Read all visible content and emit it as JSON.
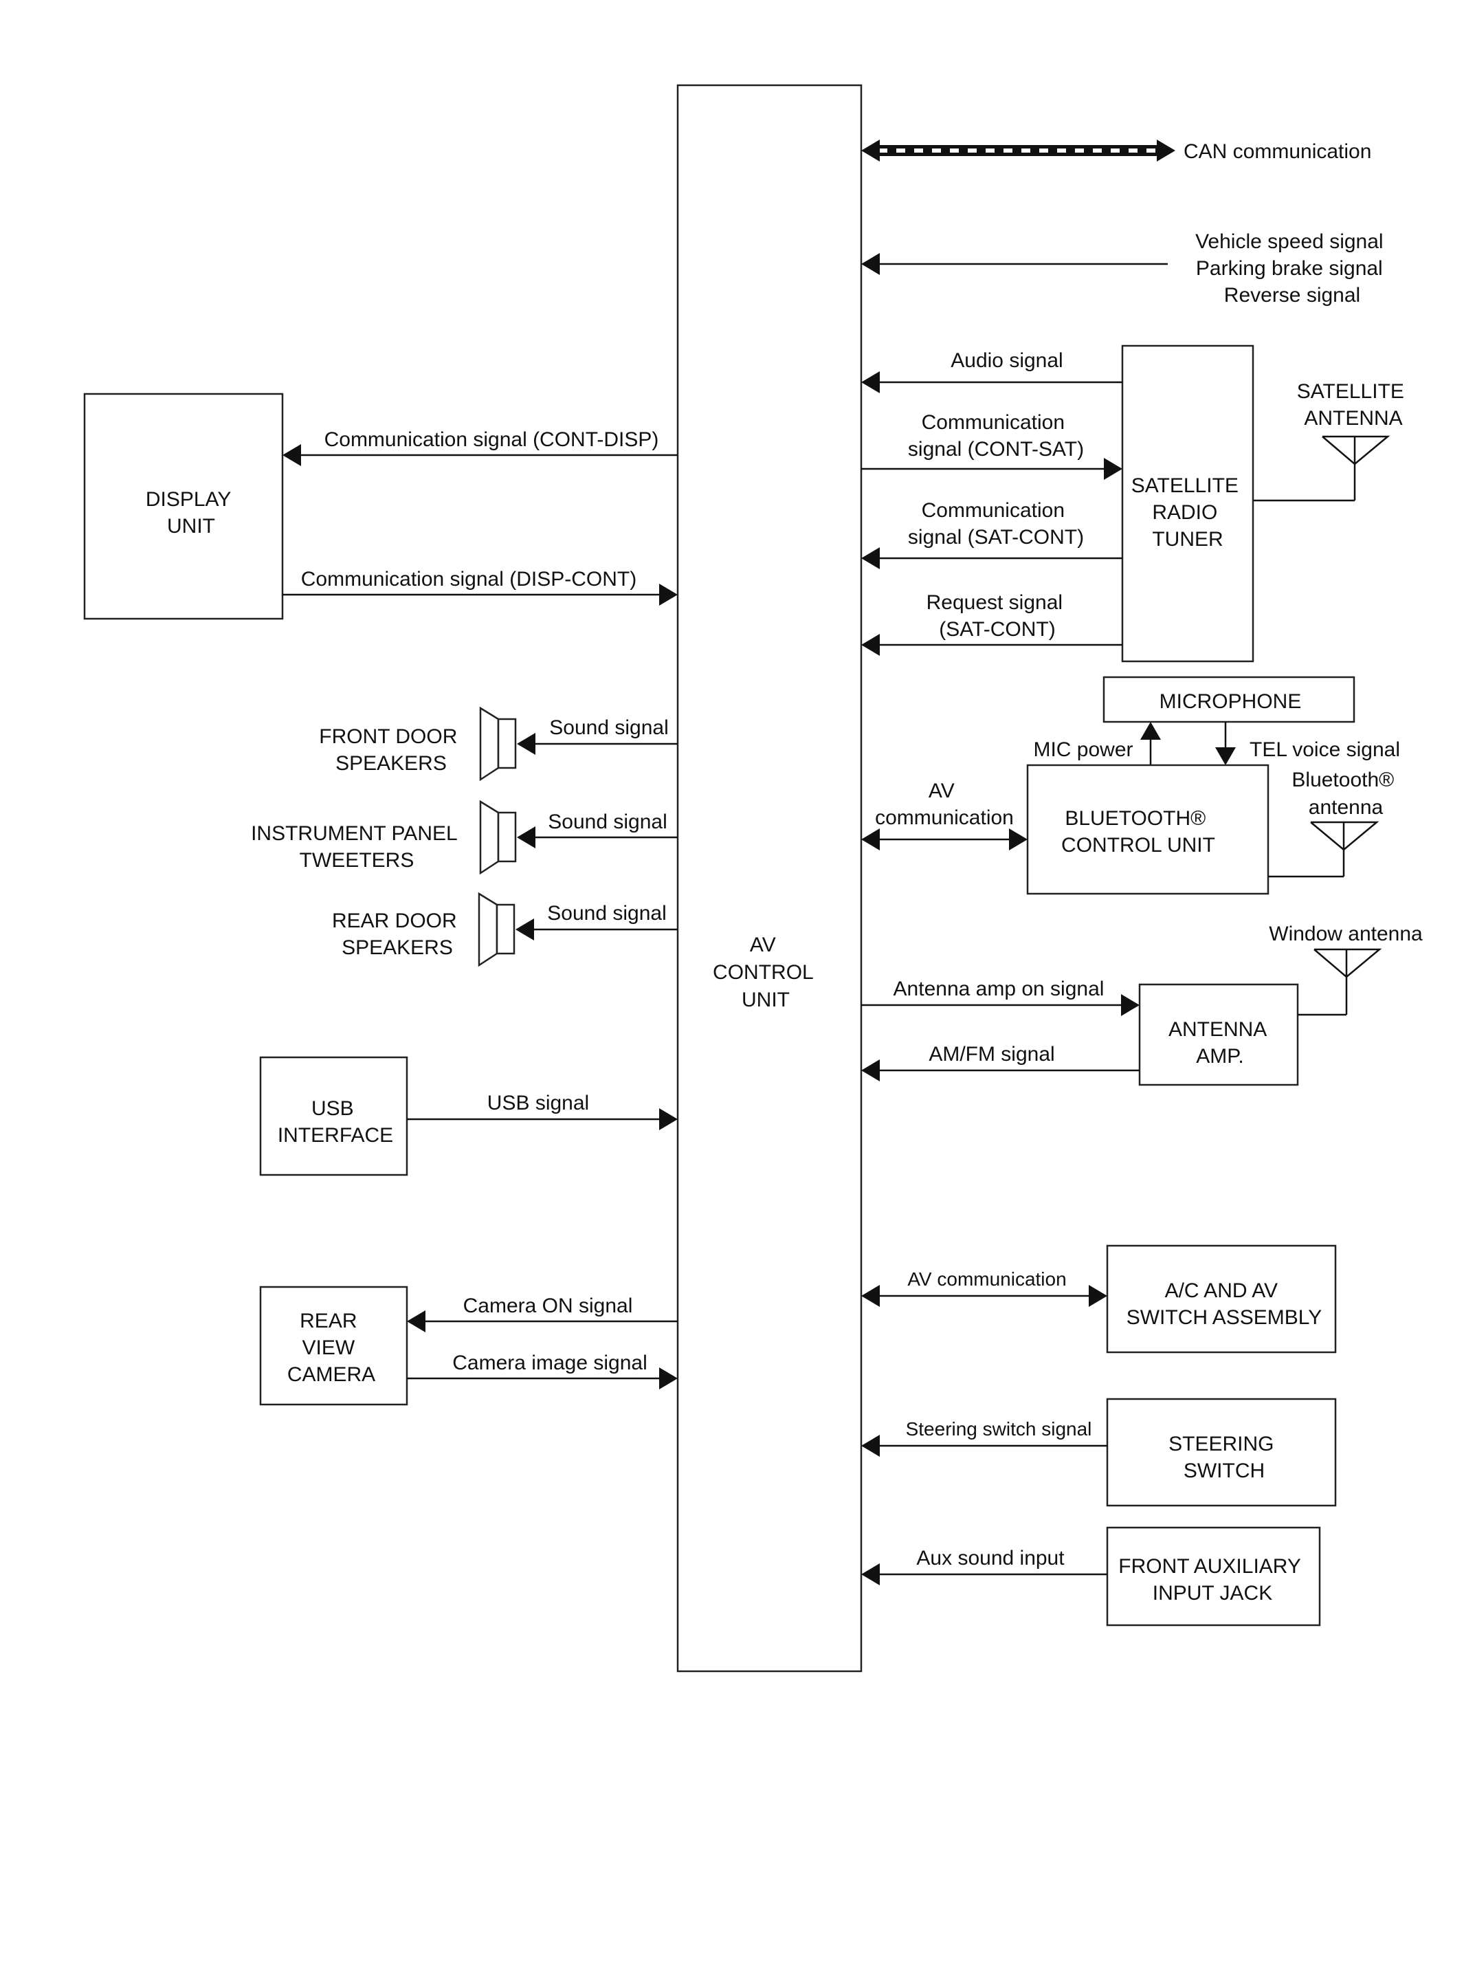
{
  "blocks": {
    "av_control_unit": [
      "AV",
      "CONTROL",
      "UNIT"
    ],
    "display_unit": [
      "DISPLAY",
      "UNIT"
    ],
    "usb_interface": [
      "USB",
      "INTERFACE"
    ],
    "rear_view_camera": [
      "REAR",
      "VIEW",
      "CAMERA"
    ],
    "satellite_radio_tuner": [
      "SATELLITE",
      "RADIO",
      "TUNER"
    ],
    "satellite_antenna": [
      "SATELLITE",
      "ANTENNA"
    ],
    "microphone": "MICROPHONE",
    "bluetooth_control_unit": [
      "BLUETOOTH®",
      "CONTROL UNIT"
    ],
    "bluetooth_antenna": [
      "Bluetooth®",
      "antenna"
    ],
    "antenna_amp": [
      "ANTENNA",
      "AMP."
    ],
    "window_antenna": "Window antenna",
    "ac_av_switch": [
      "A/C AND AV",
      "SWITCH ASSEMBLY"
    ],
    "steering_switch": [
      "STEERING",
      "SWITCH"
    ],
    "aux_jack": [
      "FRONT AUXILIARY",
      "INPUT JACK"
    ],
    "front_door_speakers": [
      "FRONT DOOR",
      "SPEAKERS"
    ],
    "instrument_panel_tweeters": [
      "INSTRUMENT PANEL",
      "TWEETERS"
    ],
    "rear_door_speakers": [
      "REAR DOOR",
      "SPEAKERS"
    ]
  },
  "signals": {
    "can": "CAN communication",
    "vehicle_signals": [
      "Vehicle speed signal",
      "Parking brake signal",
      "Reverse signal"
    ],
    "audio": "Audio signal",
    "cont_sat": [
      "Communication",
      "signal (CONT-SAT)"
    ],
    "sat_cont": [
      "Communication",
      "signal (SAT-CONT)"
    ],
    "request": [
      "Request signal",
      "(SAT-CONT)"
    ],
    "cont_disp": "Communication signal (CONT-DISP)",
    "disp_cont": "Communication signal (DISP-CONT)",
    "sound": "Sound signal",
    "mic_power": "MIC power",
    "tel_voice": "TEL voice signal",
    "av_comm_bt": [
      "AV",
      "communication"
    ],
    "antenna_amp_on": "Antenna amp on signal",
    "am_fm": "AM/FM signal",
    "usb": "USB signal",
    "av_comm": "AV communication",
    "camera_on": "Camera ON signal",
    "camera_image": "Camera image signal",
    "steering": "Steering switch signal",
    "aux": "Aux sound input"
  }
}
